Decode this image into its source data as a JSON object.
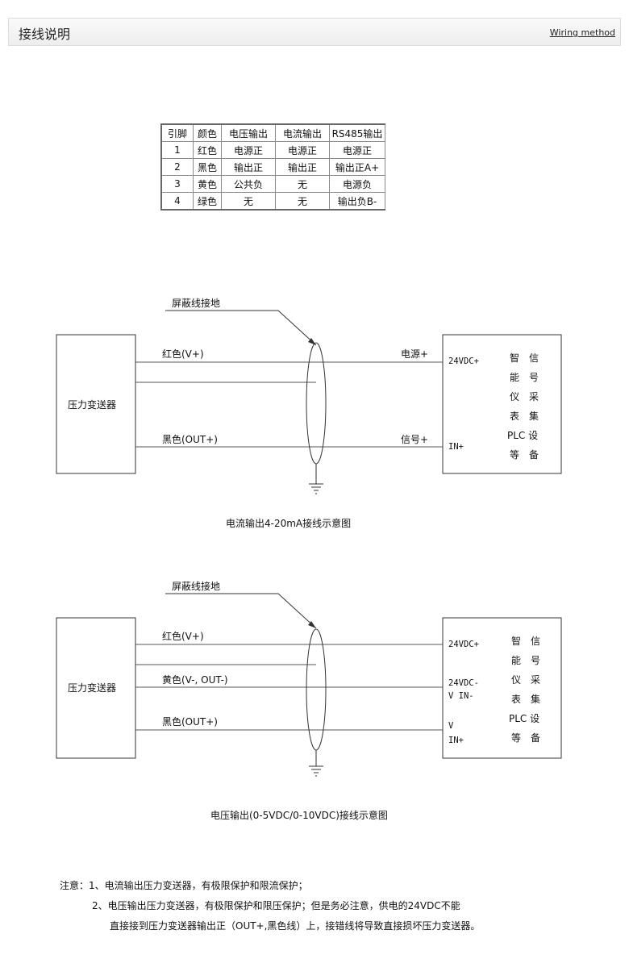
{
  "header": {
    "title": "接线说明",
    "subtitle_link": "Wiring method"
  },
  "pin_table": {
    "headers": [
      "引脚",
      "颜色",
      "电压输出",
      "电流输出",
      "RS485输出"
    ],
    "rows": [
      [
        "1",
        "红色",
        "电源正",
        "电源正",
        "电源正"
      ],
      [
        "2",
        "黑色",
        "输出正",
        "输出正",
        "输出正A+"
      ],
      [
        "3",
        "黄色",
        "公共负",
        "无",
        "电源负"
      ],
      [
        "4",
        "绿色",
        "无",
        "无",
        "输出负B-"
      ]
    ]
  },
  "diagram1": {
    "shield_label": "屏蔽线接地",
    "transmitter": "压力变送器",
    "wire_top": "红色(V+)",
    "wire_bottom": "黑色(OUT+)",
    "right_top": "电源+",
    "right_bottom": "信号+",
    "term_top": "24VDC+",
    "term_bottom": "IN+",
    "device_lines": [
      "智　信",
      "能　号",
      "仪　采",
      "表　集",
      "PLC 设",
      "等　备"
    ],
    "caption": "电流输出4-20mA接线示意图"
  },
  "diagram2": {
    "shield_label": "屏蔽线接地",
    "transmitter": "压力变送器",
    "wire_top": "红色(V+)",
    "wire_mid": "黄色(V-, OUT-)",
    "wire_bottom": "黑色(OUT+)",
    "term_top": "24VDC+",
    "term_mid1": "24VDC-",
    "term_mid2": "V IN-",
    "term_bot1": "V",
    "term_bot2": "IN+",
    "device_lines": [
      "智　信",
      "能　号",
      "仪　采",
      "表　集",
      "PLC 设",
      "等　备"
    ],
    "caption": "电压输出(0-5VDC/0-10VDC)接线示意图"
  },
  "notes": {
    "line1": "注意：1、电流输出压力变送器，有极限保护和限流保护；",
    "line2": "2、电压输出压力变送器，有极限保护和限压保护；但是务必注意，供电的24VDC不能",
    "line3": "直接接到压力变送器输出正（OUT+,黑色线）上，接错线将导致直接损坏压力变送器。"
  }
}
